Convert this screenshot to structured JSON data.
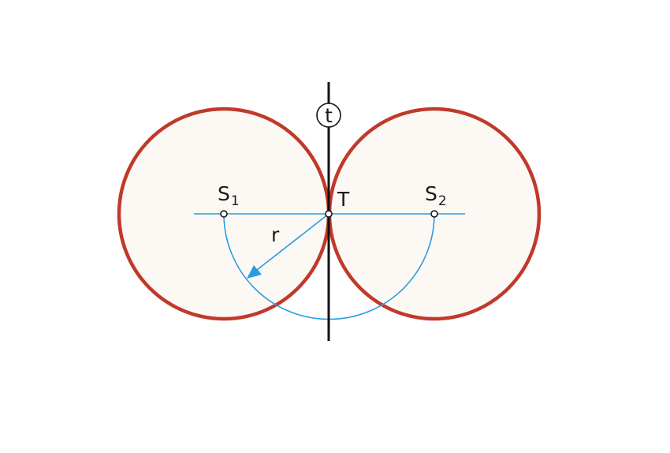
{
  "diagram": {
    "labels": {
      "center_1": "S",
      "center_1_sub": "1",
      "center_2": "S",
      "center_2_sub": "2",
      "tangent_point": "T",
      "tangent_line": "t",
      "radius": "r"
    },
    "colors": {
      "circle_stroke": "#c0392b",
      "circle_fill": "#fcf9f4",
      "construction": "#2b9be0",
      "tangent_line": "#111111",
      "point_fill": "#ffffff"
    }
  }
}
